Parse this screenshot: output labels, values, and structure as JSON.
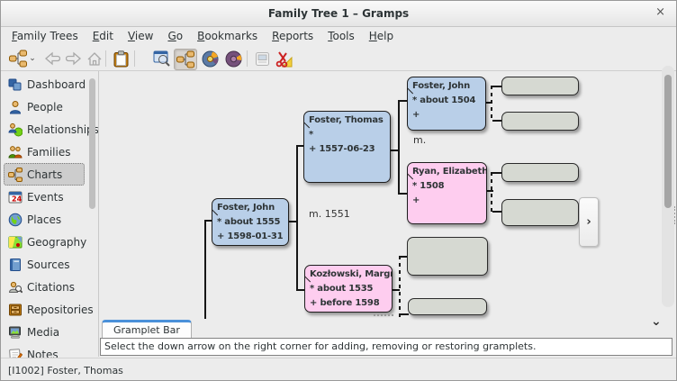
{
  "window": {
    "title": "Family Tree 1 – Gramps",
    "close_label": "×"
  },
  "menu": {
    "items": [
      "Family Trees",
      "Edit",
      "View",
      "Go",
      "Bookmarks",
      "Reports",
      "Tools",
      "Help"
    ]
  },
  "toolbar": {
    "icons": [
      "pedigree-dropdown-icon",
      "back-icon",
      "forward-icon",
      "home-icon",
      "clipboard-icon",
      "pedigree-report-icon",
      "pedigree-view-icon",
      "fan-chart-icon",
      "descendant-fan-chart-icon",
      "print-icon",
      "cut-icon"
    ],
    "dropdown_arrow": "⌄"
  },
  "sidebar": {
    "items": [
      {
        "label": "Dashboard"
      },
      {
        "label": "People"
      },
      {
        "label": "Relationships"
      },
      {
        "label": "Families"
      },
      {
        "label": "Charts",
        "selected": true
      },
      {
        "label": "Events"
      },
      {
        "label": "Places"
      },
      {
        "label": "Geography"
      },
      {
        "label": "Sources"
      },
      {
        "label": "Citations"
      },
      {
        "label": "Repositories"
      },
      {
        "label": "Media"
      },
      {
        "label": "Notes"
      }
    ]
  },
  "chart": {
    "people": [
      {
        "name": "Foster, John",
        "birth": "* about 1555",
        "death": "+ 1598-01-31",
        "gender_color": "blue"
      },
      {
        "name": "Foster, Thomas",
        "birth": "*",
        "death": "+ 1557-06-23",
        "gender_color": "blue"
      },
      {
        "name": "Kozłowski, Margret",
        "birth": "* about 1535",
        "death": "+ before 1598",
        "gender_color": "pink"
      },
      {
        "name": "Foster, John",
        "birth": "* about 1504",
        "death": "+",
        "gender_color": "blue"
      },
      {
        "name": "Ryan, Elizabeth",
        "birth": "* 1508",
        "death": "+",
        "gender_color": "pink"
      }
    ],
    "marriage_labels": [
      "m. 1551",
      "m."
    ],
    "expand_label": "›"
  },
  "colors": {
    "male_box": "#b9cfe8",
    "female_box": "#fecdef",
    "empty_box": "#d6d9d2",
    "tab_accent": "#4a90d9",
    "window_bg": "#ececec"
  },
  "gramplet_bar": {
    "tab_label": "Gramplet Bar",
    "collapse_icon": "⌄",
    "message": "Select the down arrow on the right corner for adding, removing or restoring gramplets."
  },
  "statusbar": {
    "text": "[I1002] Foster, Thomas"
  }
}
